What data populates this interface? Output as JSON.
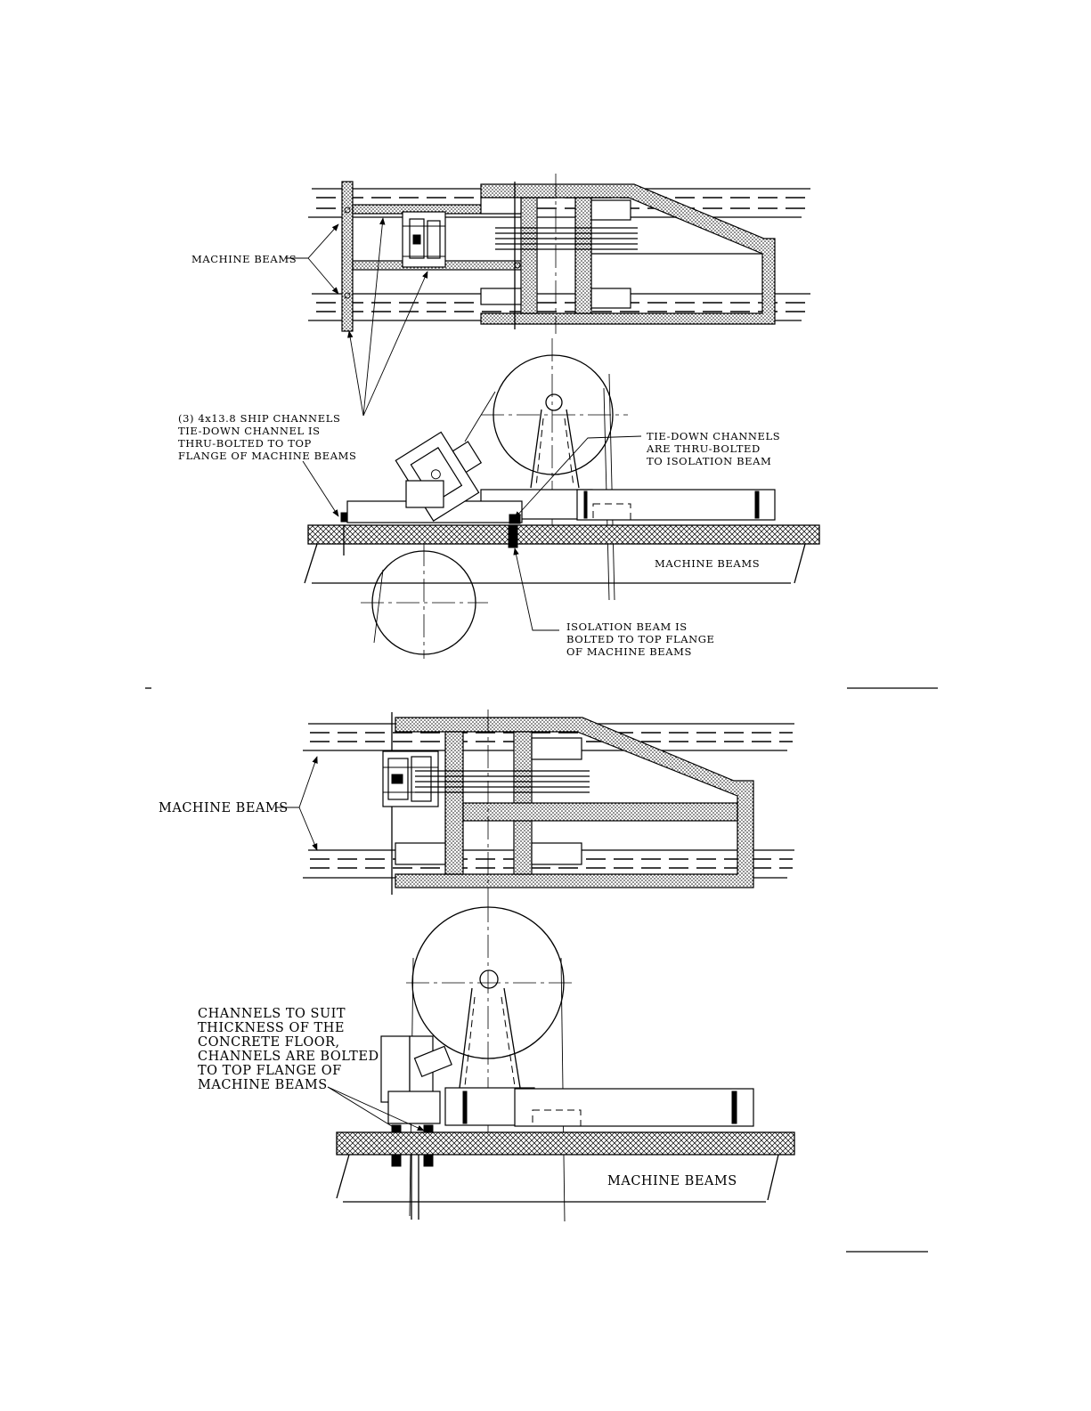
{
  "top_view": {
    "label_machine_beams_plan": "MACHINE BEAMS",
    "label_ship_channels": [
      "(3) 4x13.8 SHIP CHANNELS",
      "TIE-DOWN CHANNEL IS",
      "THRU-BOLTED TO TOP",
      "FLANGE OF MACHINE BEAMS"
    ],
    "label_tie_down": [
      "TIE-DOWN CHANNELS",
      "ARE THRU-BOLTED",
      "TO ISOLATION BEAM"
    ],
    "label_machine_beams_elev": "MACHINE BEAMS",
    "label_isolation": [
      "ISOLATION BEAM IS",
      "BOLTED TO TOP FLANGE",
      "OF MACHINE BEAMS"
    ]
  },
  "bottom_view": {
    "label_machine_beams_plan": "MACHINE BEAMS",
    "label_channels": [
      "CHANNELS TO SUIT",
      "THICKNESS OF THE",
      "CONCRETE FLOOR,",
      "CHANNELS ARE BOLTED",
      "TO TOP FLANGE OF",
      "MACHINE BEAMS"
    ],
    "label_machine_beams_elev": "MACHINE BEAMS"
  }
}
